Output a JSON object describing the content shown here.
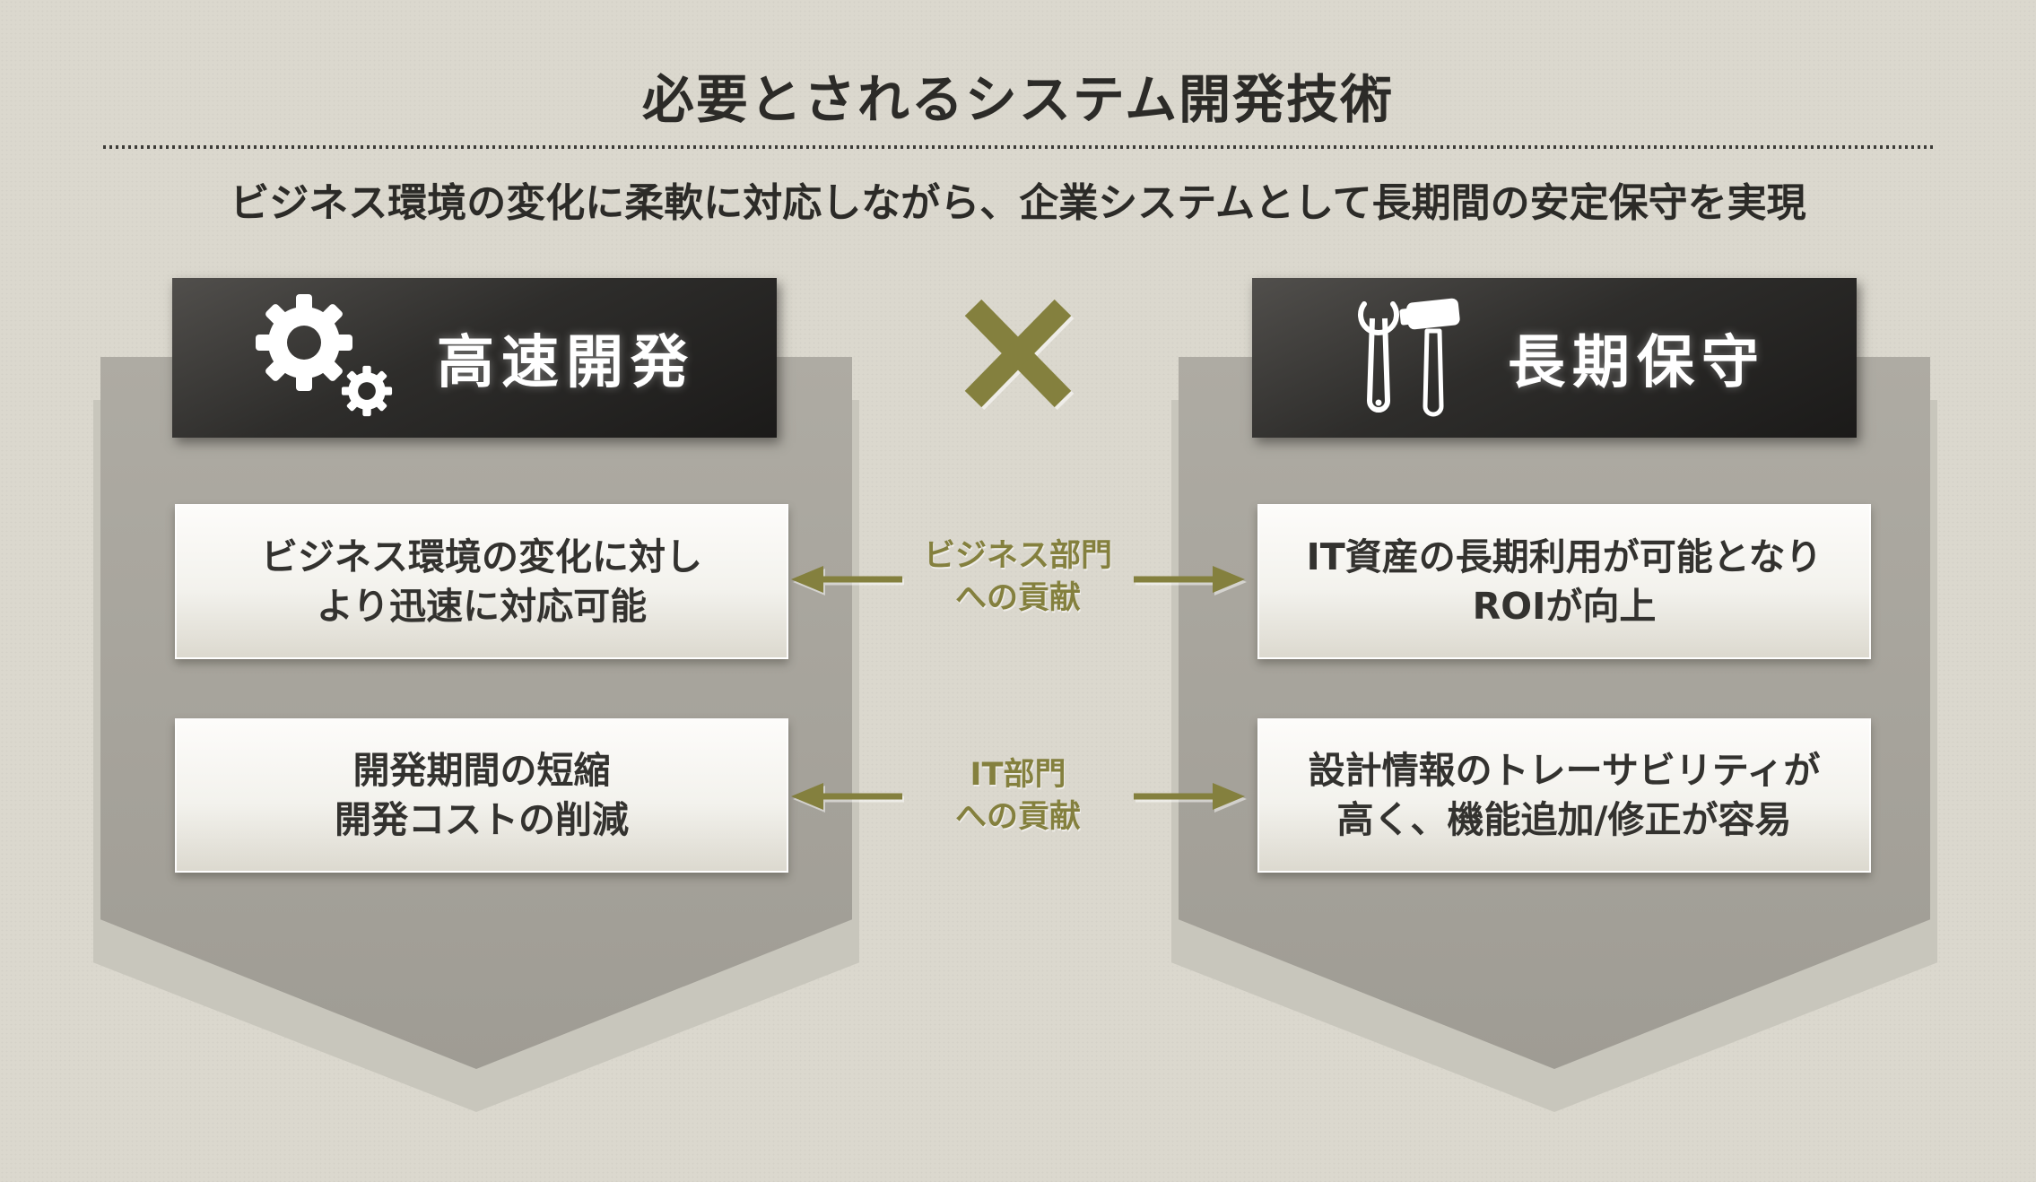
{
  "title": "必要とされるシステム開発技術",
  "subtitle": "ビジネス環境の変化に柔軟に対応しながら、企業システムとして長期間の安定保守を実現",
  "colors": {
    "accent_olive": "#84803e",
    "panel_gray": "#a5a29a",
    "panel_echo_gray": "#c8c6bc",
    "background": "#dbd8ce",
    "header_dark": "#2e2d2b",
    "card_light": "#f3f2ed"
  },
  "left_column": {
    "header": {
      "label": "高速開発",
      "icon": "gears-icon"
    },
    "boxes": [
      {
        "lines": [
          "ビジネス環境の変化に対し",
          "より迅速に対応可能"
        ]
      },
      {
        "lines": [
          "開発期間の短縮",
          "開発コストの削減"
        ]
      }
    ]
  },
  "right_column": {
    "header": {
      "label": "長期保守",
      "icon": "wrench-hammer-icon"
    },
    "boxes": [
      {
        "lines": [
          "IT資産の長期利用が可能となり",
          "ROIが向上"
        ]
      },
      {
        "lines": [
          "設計情報のトレーサビリティが",
          "高く、機能追加/修正が容易"
        ]
      }
    ]
  },
  "center": {
    "multiply_symbol": "×",
    "links": [
      {
        "lines": [
          "ビジネス部門",
          "への貢献"
        ]
      },
      {
        "lines": [
          "IT部門",
          "への貢献"
        ]
      }
    ]
  }
}
